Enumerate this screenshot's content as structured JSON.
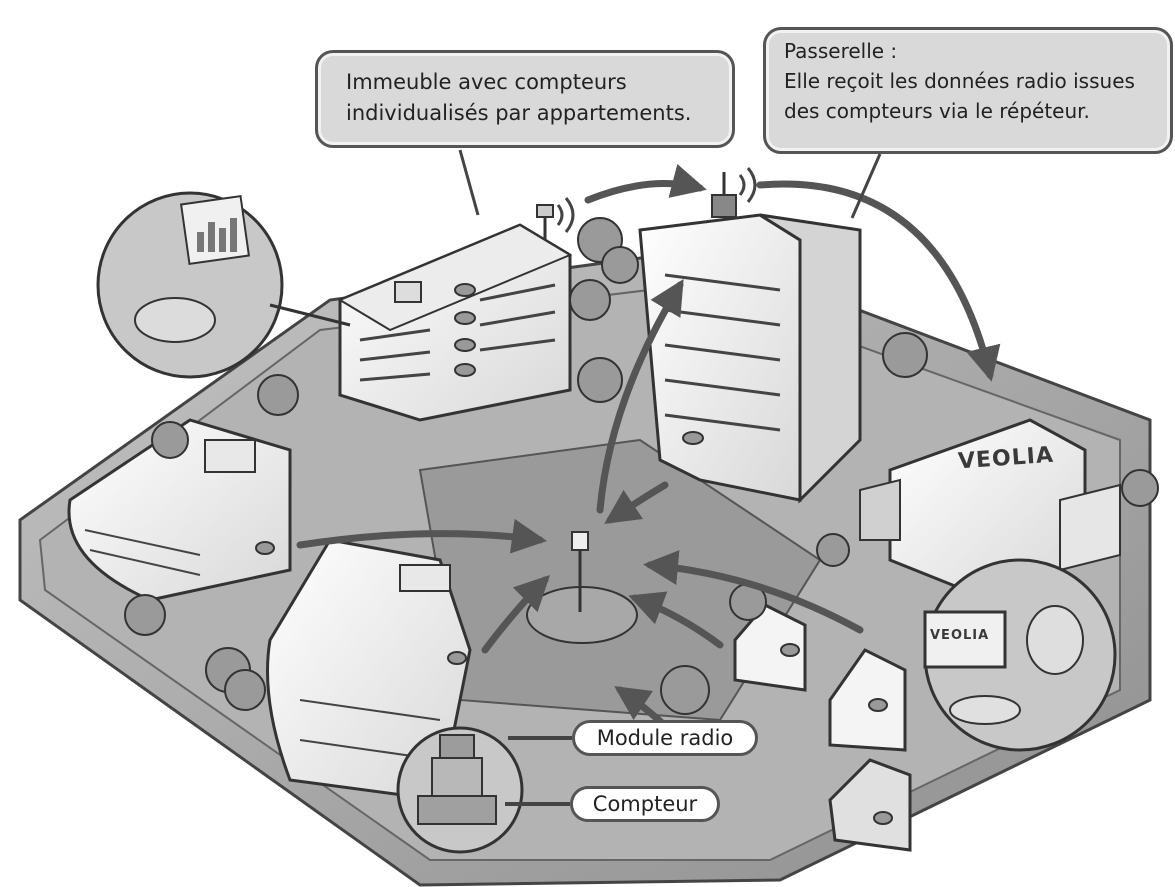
{
  "callouts": {
    "building": {
      "lines": [
        "Immeuble avec compteurs",
        "individualisés par appartements."
      ]
    },
    "gateway": {
      "lines": [
        "Passerelle :",
        "Elle reçoit les données radio issues",
        "des compteurs via le répéteur."
      ]
    }
  },
  "labels": {
    "module_radio": "Module radio",
    "compteur": "Compteur"
  },
  "logos": {
    "veolia_hq": "VEOLIA",
    "veolia_screen": "VEOLIA"
  },
  "colors": {
    "ground": "#9e9e9e",
    "ground_light": "#bdbdbd",
    "building_face": "#f4f4f4",
    "building_side": "#cfcfcf",
    "outline": "#333333",
    "callout_fill": "#d9d9d9",
    "arrow": "#666666"
  }
}
